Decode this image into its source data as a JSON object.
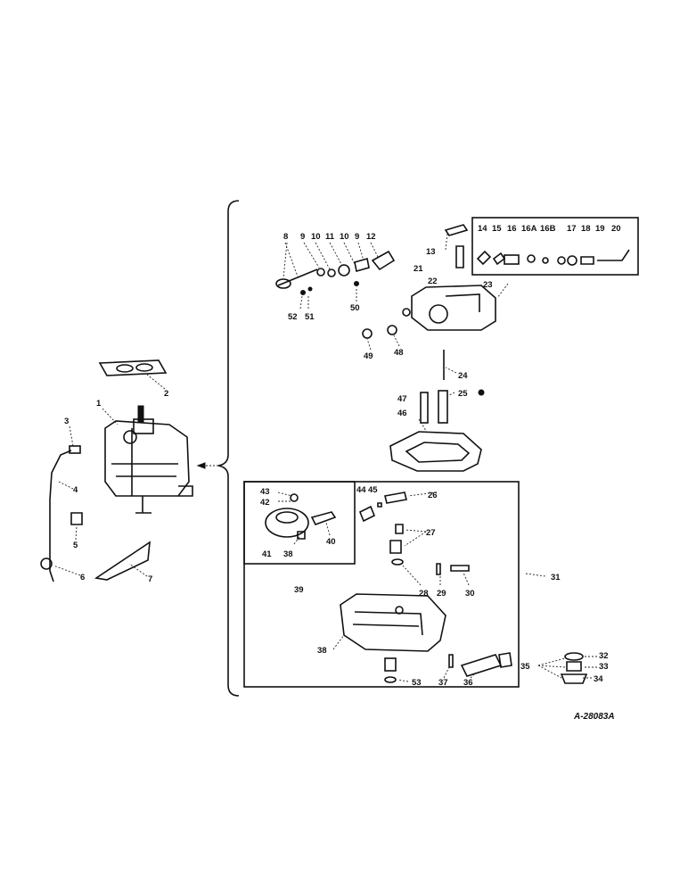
{
  "diagram": {
    "reference": "A-28083A",
    "callouts": [
      "1",
      "2",
      "3",
      "4",
      "5",
      "6",
      "7",
      "8",
      "9",
      "10",
      "11",
      "10",
      "9",
      "12",
      "13",
      "14",
      "15",
      "16",
      "16A",
      "16B",
      "17",
      "18",
      "19",
      "20",
      "21",
      "22",
      "23",
      "24",
      "25",
      "47",
      "46",
      "48",
      "49",
      "50",
      "51",
      "52",
      "43",
      "42",
      "44",
      "45",
      "26",
      "27",
      "41",
      "38",
      "40",
      "39",
      "28",
      "29",
      "30",
      "31",
      "32",
      "33",
      "35",
      "34",
      "36",
      "37",
      "53",
      "38"
    ]
  }
}
